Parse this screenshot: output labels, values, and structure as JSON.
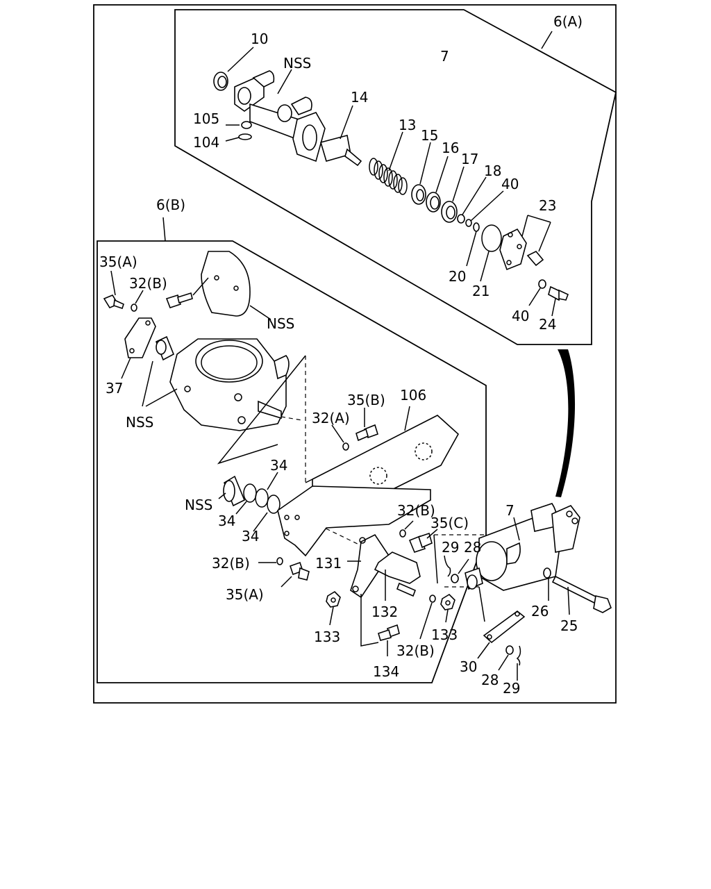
{
  "labels": {
    "grp_6a": "6(A)",
    "grp_6b": "6(B)",
    "n10": "10",
    "nss_top": "NSS",
    "n7_top": "7",
    "n105": "105",
    "n104": "104",
    "n14": "14",
    "n13": "13",
    "n15": "15",
    "n16": "16",
    "n17": "17",
    "n18": "18",
    "n40_top": "40",
    "n23": "23",
    "n20": "20",
    "n21": "21",
    "n40_bot": "40",
    "n24": "24",
    "n35a_top": "35(A)",
    "n32b_top": "32(B)",
    "nss_cover": "NSS",
    "n37": "37",
    "nss_body": "NSS",
    "n35b": "35(B)",
    "n106": "106",
    "n32a": "32(A)",
    "n34_top": "34",
    "nss_ring": "NSS",
    "n34_mid": "34",
    "n34_bot": "34",
    "n32b_mid": "32(B)",
    "n35c": "35(C)",
    "n7_bot": "7",
    "n29_top": "29",
    "n28_top": "28",
    "n32b_left": "32(B)",
    "n131": "131",
    "n35a_bot": "35(A)",
    "n132": "132",
    "n26": "26",
    "n25": "25",
    "n133_left": "133",
    "n133_right": "133",
    "n32b_bot": "32(B)",
    "n30": "30",
    "n134": "134",
    "n28_bot": "28",
    "n29_bot": "29"
  }
}
